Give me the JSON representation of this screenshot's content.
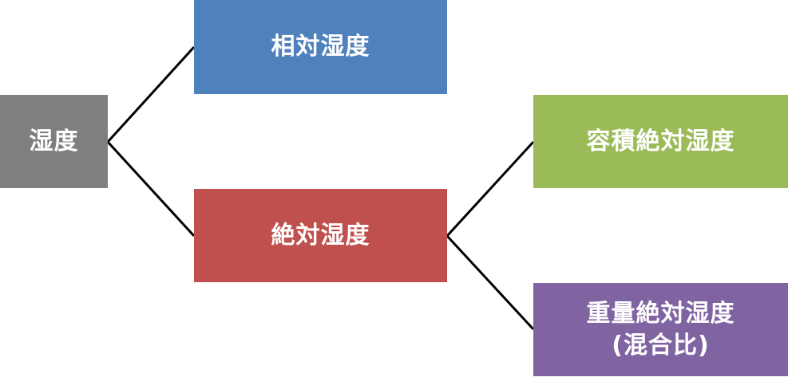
{
  "nodes": {
    "root": {
      "label": "湿度",
      "color": "#7f7f7f"
    },
    "relative": {
      "label": "相対湿度",
      "color": "#4f81bd"
    },
    "absolute": {
      "label": "絶対湿度",
      "color": "#c0504d"
    },
    "volumetric": {
      "label": "容積絶対湿度",
      "color": "#9bbb59"
    },
    "weight": {
      "label": "重量絶対湿度\n(混合比)",
      "color": "#8064a2"
    }
  },
  "edges": [
    [
      "root",
      "relative"
    ],
    [
      "root",
      "absolute"
    ],
    [
      "absolute",
      "volumetric"
    ],
    [
      "absolute",
      "weight"
    ]
  ]
}
